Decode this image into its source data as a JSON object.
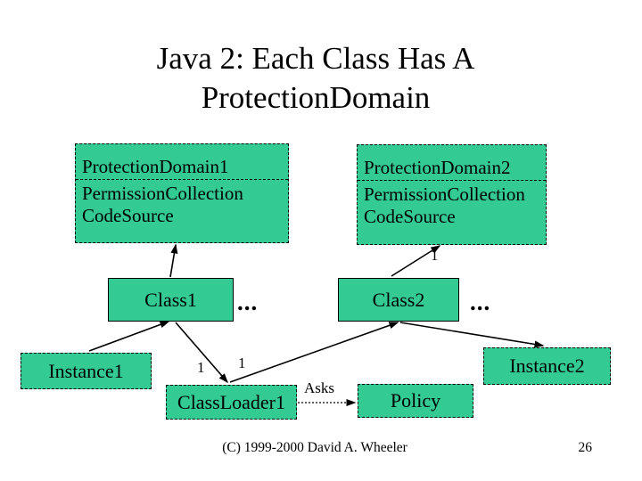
{
  "slide": {
    "title_line1": "Java 2: Each Class Has A",
    "title_line2": "ProtectionDomain",
    "footer": "(C) 1999-2000 David A. Wheeler",
    "page_number": "26"
  },
  "colors": {
    "box_fill": "#33CA94"
  },
  "boxes": {
    "pd1": {
      "line1": "ProtectionDomain1",
      "line2": "PermissionCollection",
      "line3": "CodeSource"
    },
    "pd2": {
      "line1": "ProtectionDomain2",
      "line2": "PermissionCollection",
      "line3": "CodeSource"
    },
    "class1": {
      "label": "Class1"
    },
    "class2": {
      "label": "Class2"
    },
    "instance1": {
      "label": "Instance1"
    },
    "instance2": {
      "label": "Instance2"
    },
    "classloader1": {
      "label": "ClassLoader1"
    },
    "policy": {
      "label": "Policy"
    }
  },
  "labels": {
    "ellipsis1": "...",
    "ellipsis2": "...",
    "mult_pd2": "1",
    "mult_cl_left": "1",
    "mult_cl_right": "1",
    "asks": "Asks"
  }
}
